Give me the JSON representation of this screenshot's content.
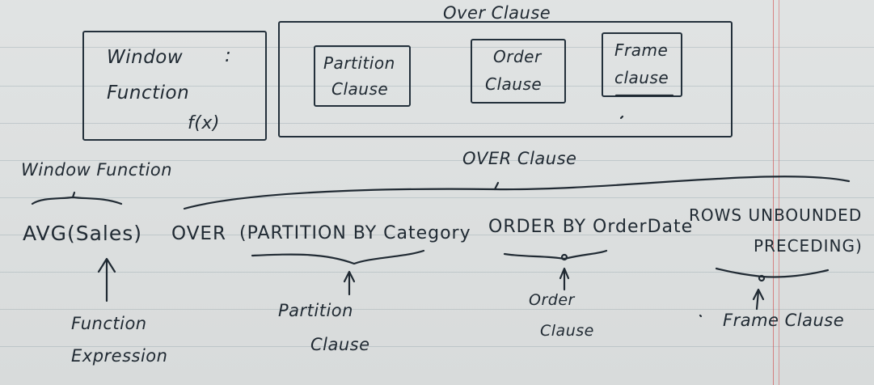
{
  "top_diagram": {
    "over_clause_title": "Over Clause",
    "window_function_box": {
      "line1": "Window",
      "colon": ":",
      "line2": "Function",
      "fx": "f(x)"
    },
    "clauses": [
      {
        "line1": "Partition",
        "line2": "Clause"
      },
      {
        "line1": "Order",
        "line2": "Clause"
      },
      {
        "line1": "Frame",
        "line2": "clause"
      }
    ]
  },
  "bottom_diagram": {
    "over_clause_label": "OVER Clause",
    "window_function_label": "Window Function",
    "expression_parts": {
      "func": "AVG(Sales)",
      "over": "OVER",
      "partition": "(PARTITION BY Category",
      "order": "ORDER BY OrderDate",
      "frame_line1": "ROWS UNBOUNDED",
      "frame_line2": "PRECEDING)"
    },
    "annotations": {
      "function_expression": {
        "line1": "Function",
        "line2": "Expression"
      },
      "partition_clause": {
        "line1": "Partition",
        "line2": "Clause"
      },
      "order_clause": {
        "line1": "Order",
        "line2": "Clause"
      },
      "frame_clause": "Frame Clause"
    }
  },
  "colors": {
    "ink": "#202a33",
    "paper": "#dfe2e2",
    "margin_line": "#d25050"
  }
}
